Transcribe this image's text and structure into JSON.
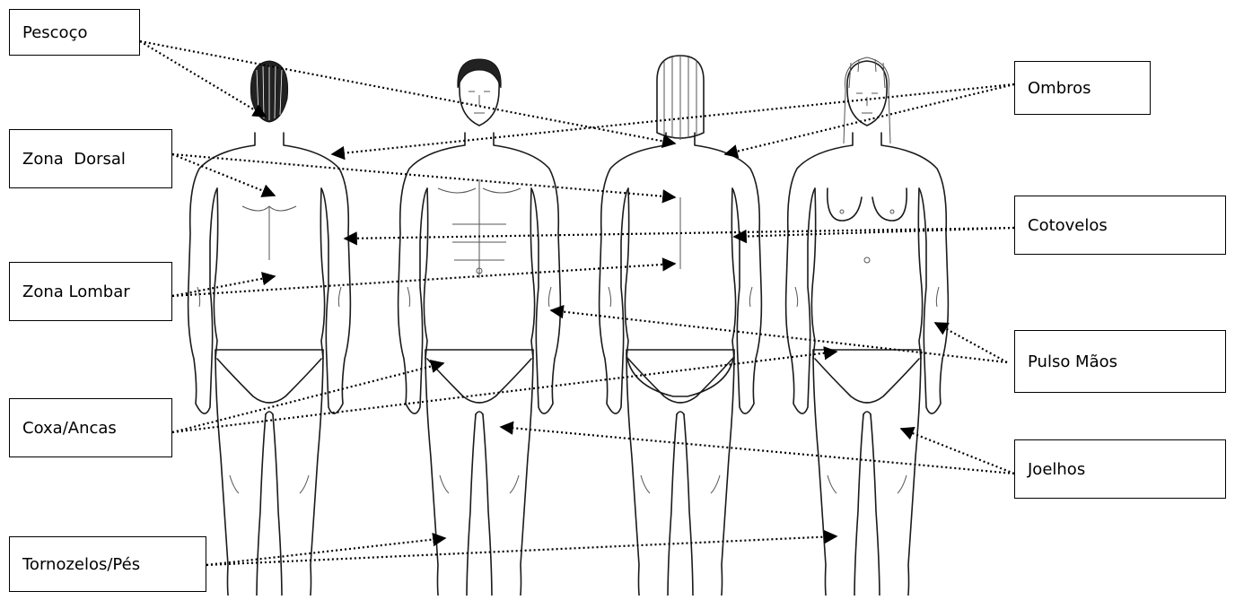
{
  "labels": {
    "pescoco": "Pescoço",
    "zona_dorsal": "Zona  Dorsal",
    "zona_lombar": "Zona Lombar",
    "coxa_ancas": "Coxa/Ancas",
    "tornozelos_pes": "Tornozelos/Pés",
    "ombros": "Ombros",
    "cotovelos": "Cotovelos",
    "pulso_maos": "Pulso Mãos",
    "joelhos": "Joelhos"
  },
  "figures": [
    "male-back",
    "male-front",
    "female-back",
    "female-front"
  ],
  "colors": {
    "line": "#000000",
    "background": "#ffffff"
  }
}
